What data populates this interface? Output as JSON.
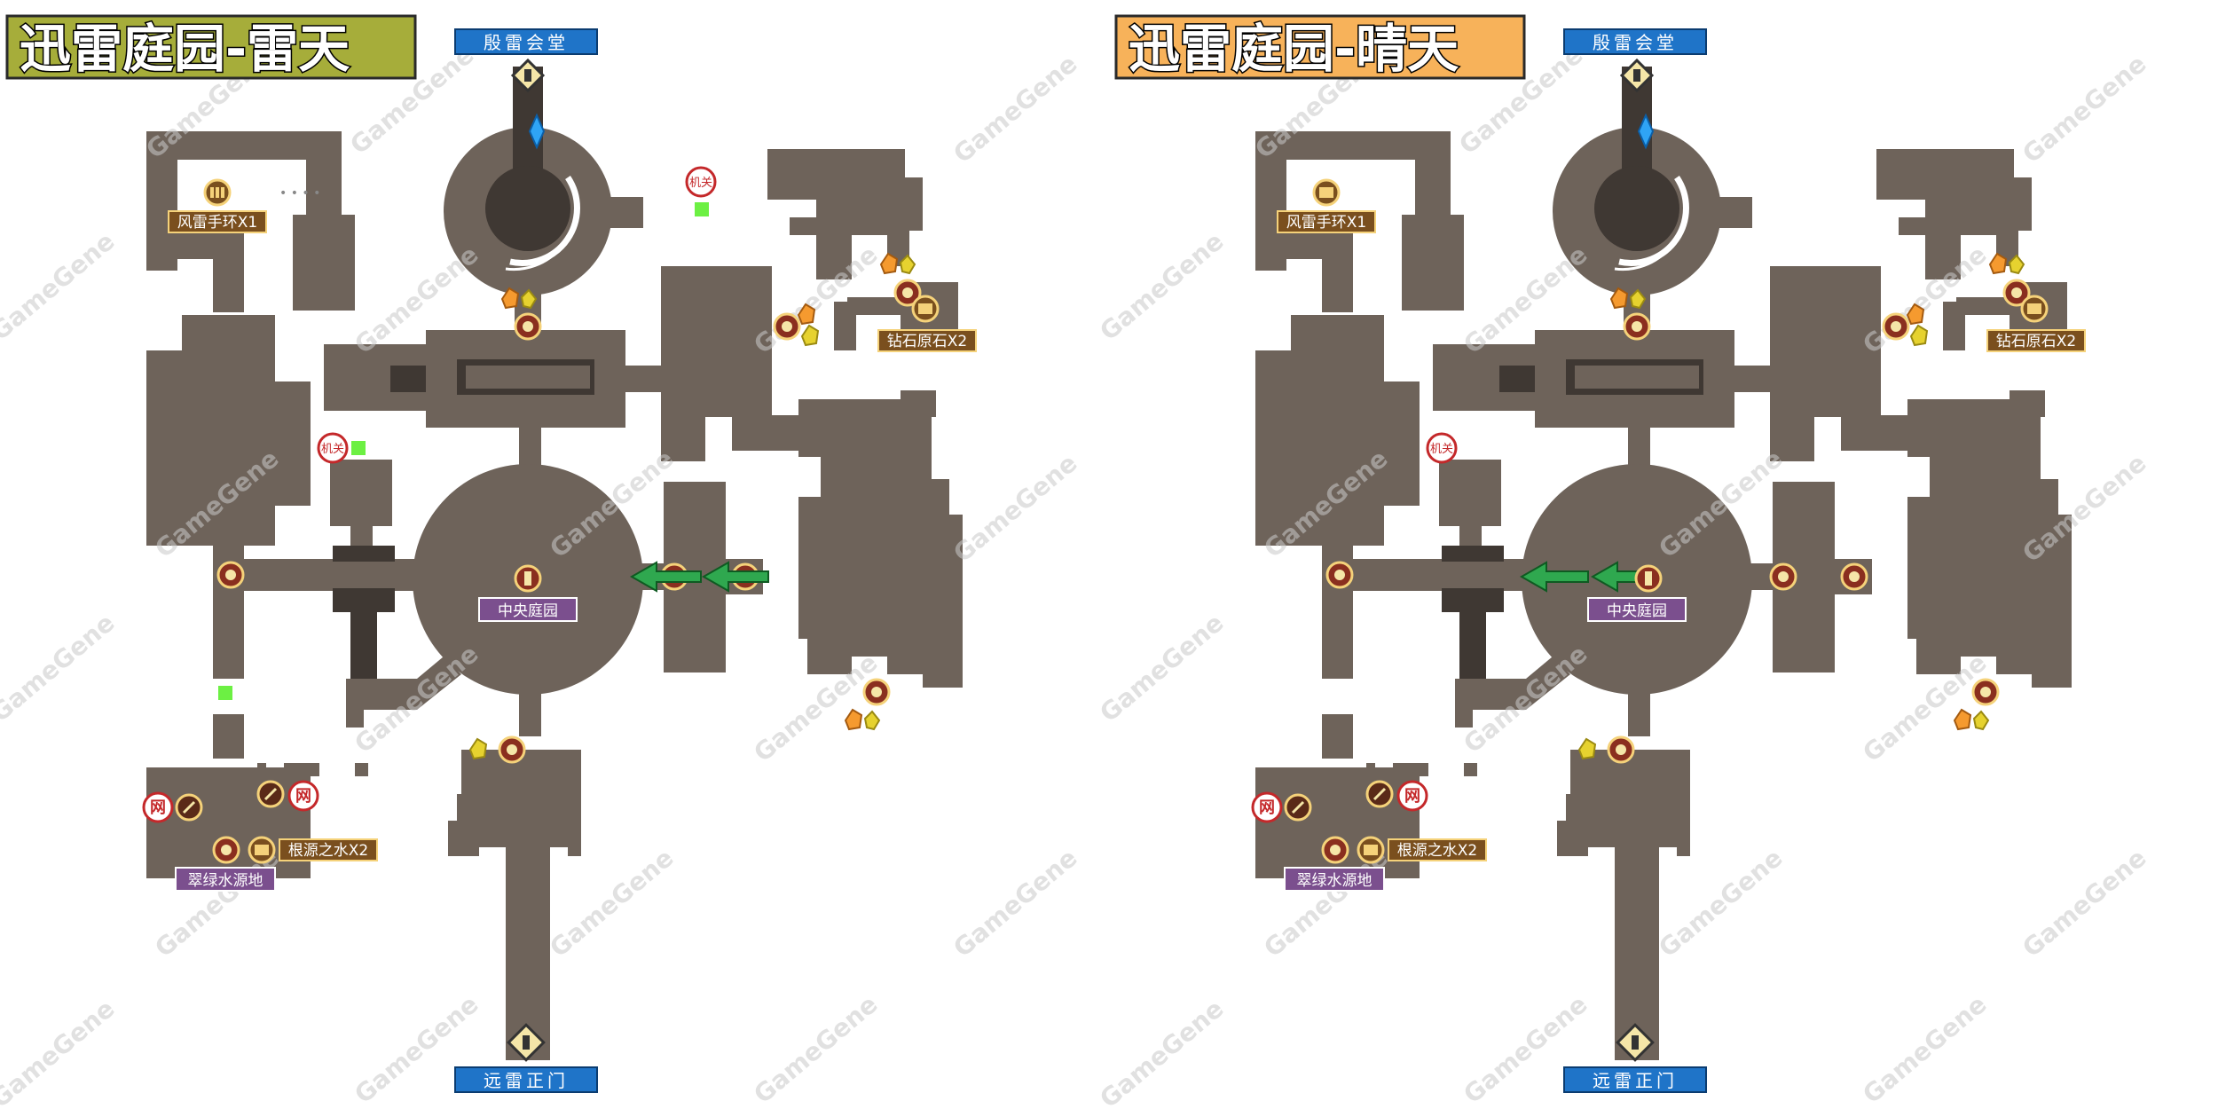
{
  "panels": [
    {
      "id": "left",
      "title": "迅雷庭园-雷天",
      "title_bg": "#a6ad3a",
      "labels": {
        "top_gate": "殷雷会堂",
        "bottom_gate": "远雷正门",
        "center": "中央庭园",
        "south_west": "翠绿水源地",
        "item_wind": "风雷手环X1",
        "item_diamond": "钻石原石X2",
        "item_water": "根源之水X2",
        "switch_a": "机关",
        "switch_b": "机关",
        "net_a": "网",
        "net_b": "网"
      }
    },
    {
      "id": "right",
      "title": "迅雷庭园-晴天",
      "title_bg": "#f7b25a",
      "labels": {
        "top_gate": "殷雷会堂",
        "bottom_gate": "远雷正门",
        "center": "中央庭园",
        "south_west": "翠绿水源地",
        "item_wind": "风雷手环X1",
        "item_diamond": "钻石原石X2",
        "item_water": "根源之水X2",
        "switch_a": "机关",
        "net_a": "网",
        "net_b": "网"
      }
    }
  ],
  "watermark": "GameGene",
  "colors": {
    "floor": "#6e635a",
    "dark_floor": "#3f3833",
    "gate_label_bg": "#1f74c8",
    "item_label_bg": "#7a4f1e",
    "area_label_bg": "#7b4f8e",
    "arrow": "#2fa84f",
    "switch_square": "#6cf043",
    "marker": "#8a2f1f"
  },
  "icons": {
    "chest": "treasure-chest-icon",
    "ore": "ore-crystal-icon",
    "enemy": "monster-icon",
    "gate": "warp-gate-icon",
    "pickaxe": "pickaxe-icon",
    "crystal": "blue-crystal-icon",
    "arrow": "direction-arrow-icon"
  }
}
